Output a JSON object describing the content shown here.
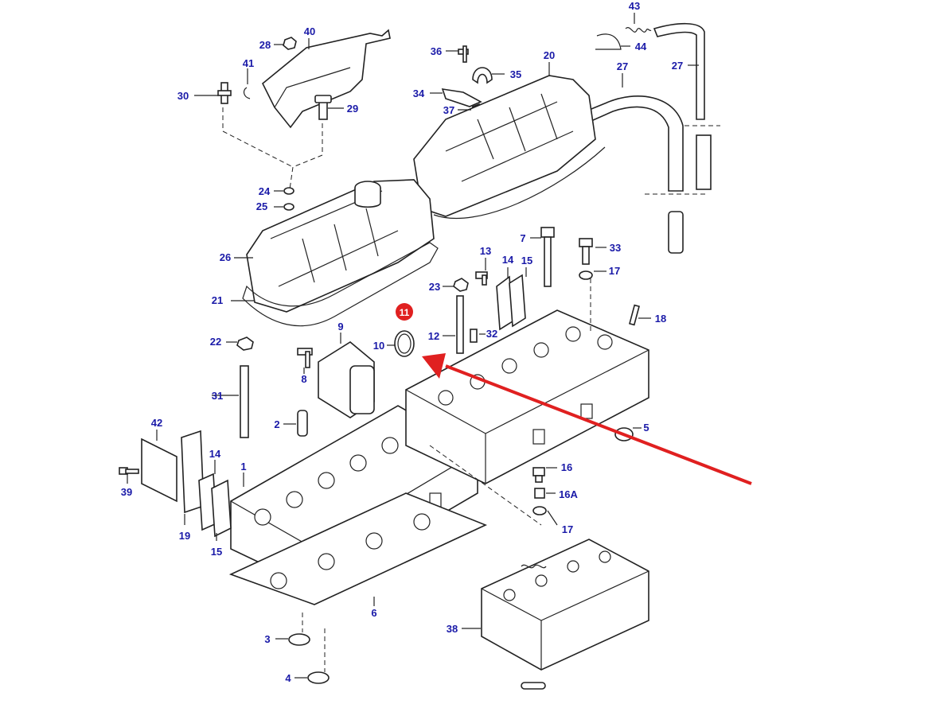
{
  "colors": {
    "callout_text": "#1a1aa8",
    "line_art": "#222222",
    "highlight": "#e02020",
    "arrow": "#e02020"
  },
  "highlighted_callout": {
    "label": "11"
  },
  "callouts": [
    {
      "id": "c40",
      "label": "40"
    },
    {
      "id": "c28",
      "label": "28"
    },
    {
      "id": "c41",
      "label": "41"
    },
    {
      "id": "c30",
      "label": "30"
    },
    {
      "id": "c29",
      "label": "29"
    },
    {
      "id": "c36",
      "label": "36"
    },
    {
      "id": "c35",
      "label": "35"
    },
    {
      "id": "c34",
      "label": "34"
    },
    {
      "id": "c37",
      "label": "37"
    },
    {
      "id": "c20",
      "label": "20"
    },
    {
      "id": "c43",
      "label": "43"
    },
    {
      "id": "c44",
      "label": "44"
    },
    {
      "id": "c27a",
      "label": "27"
    },
    {
      "id": "c27b",
      "label": "27"
    },
    {
      "id": "c24",
      "label": "24"
    },
    {
      "id": "c25",
      "label": "25"
    },
    {
      "id": "c26",
      "label": "26"
    },
    {
      "id": "c21",
      "label": "21"
    },
    {
      "id": "c22",
      "label": "22"
    },
    {
      "id": "c9",
      "label": "9"
    },
    {
      "id": "c10",
      "label": "10"
    },
    {
      "id": "c12",
      "label": "12"
    },
    {
      "id": "c13",
      "label": "13"
    },
    {
      "id": "c14a",
      "label": "14"
    },
    {
      "id": "c15a",
      "label": "15"
    },
    {
      "id": "c23",
      "label": "23"
    },
    {
      "id": "c32",
      "label": "32"
    },
    {
      "id": "c7",
      "label": "7"
    },
    {
      "id": "c33",
      "label": "33"
    },
    {
      "id": "c17a",
      "label": "17"
    },
    {
      "id": "c18",
      "label": "18"
    },
    {
      "id": "c8",
      "label": "8"
    },
    {
      "id": "c31",
      "label": "31"
    },
    {
      "id": "c2",
      "label": "2"
    },
    {
      "id": "c42",
      "label": "42"
    },
    {
      "id": "c14b",
      "label": "14"
    },
    {
      "id": "c1",
      "label": "1"
    },
    {
      "id": "c39",
      "label": "39"
    },
    {
      "id": "c19",
      "label": "19"
    },
    {
      "id": "c15b",
      "label": "15"
    },
    {
      "id": "c5",
      "label": "5"
    },
    {
      "id": "c16",
      "label": "16"
    },
    {
      "id": "c16a",
      "label": "16A"
    },
    {
      "id": "c17b",
      "label": "17"
    },
    {
      "id": "c6",
      "label": "6"
    },
    {
      "id": "c3",
      "label": "3"
    },
    {
      "id": "c4",
      "label": "4"
    },
    {
      "id": "c38",
      "label": "38"
    }
  ]
}
